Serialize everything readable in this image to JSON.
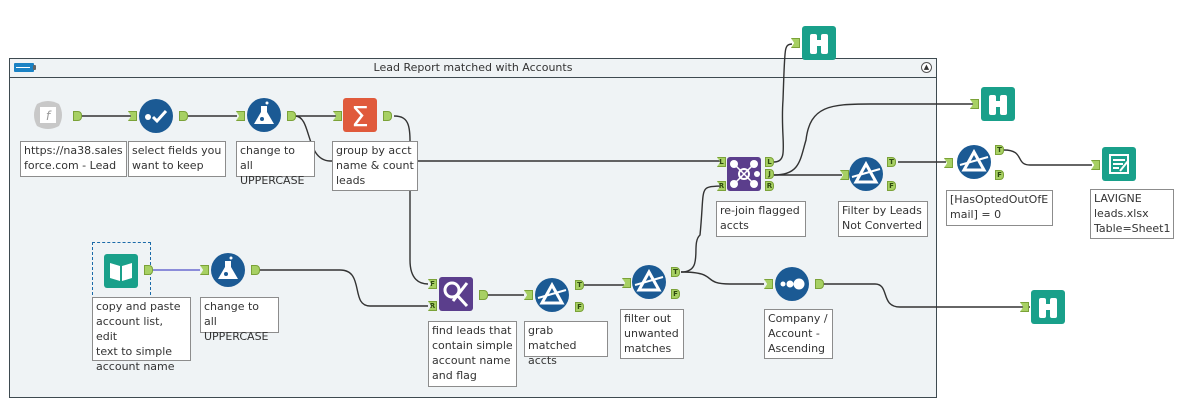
{
  "container": {
    "title": "Lead Report matched with Accounts",
    "collapse_icon": "chevron-up-circle-icon",
    "toggle_icon": "container-toggle-icon"
  },
  "colors": {
    "canvas_bg": "#eff3f5",
    "container_border": "#3e4a50",
    "anchor_green": "#a7d063",
    "filter_blue": "#1b5a94",
    "join_purple": "#5b3e8c",
    "summarize_orange": "#e05a3c",
    "browse_teal": "#19a08a",
    "selected_wire": "#6a6ad0"
  },
  "tools": [
    {
      "id": "salesforce",
      "icon": "salesforce-input-icon",
      "annotation": "https://na38.sales\nforce.com - Lead"
    },
    {
      "id": "select",
      "icon": "select-icon",
      "annotation": "select fields you\nwant to keep"
    },
    {
      "id": "formula1",
      "icon": "formula-flask-icon",
      "annotation": "change to all\nUPPERCASE"
    },
    {
      "id": "summarize",
      "icon": "summarize-sigma-icon",
      "annotation": "group by acct\nname & count\nleads"
    },
    {
      "id": "textinput",
      "icon": "text-input-book-icon",
      "annotation": "copy and paste\naccount list, edit\ntext to simple\naccount name"
    },
    {
      "id": "formula2",
      "icon": "formula-flask-icon",
      "annotation": "change to all\nUPPERCASE"
    },
    {
      "id": "findreplace",
      "icon": "find-replace-icon",
      "annotation": "find leads that\ncontain simple\naccount name\nand flag"
    },
    {
      "id": "filter1",
      "icon": "filter-icon",
      "annotation": "grab matched\naccts"
    },
    {
      "id": "filter2",
      "icon": "filter-icon",
      "annotation": "filter out\nunwanted\nmatches"
    },
    {
      "id": "join",
      "icon": "join-icon",
      "annotation": "re-join flagged\naccts"
    },
    {
      "id": "filter3",
      "icon": "filter-icon",
      "annotation": "Filter by Leads\nNot Converted"
    },
    {
      "id": "sort",
      "icon": "sort-icon",
      "annotation": "Company /\nAccount -\nAscending"
    },
    {
      "id": "filter4",
      "icon": "filter-icon",
      "annotation": "[HasOptedOutOfE\nmail] = 0"
    },
    {
      "id": "output",
      "icon": "output-file-icon",
      "annotation": "LAVIGNE\nleads.xlsx\nTable=Sheet1"
    },
    {
      "id": "browse1",
      "icon": "browse-binoculars-icon",
      "annotation": ""
    },
    {
      "id": "browse2",
      "icon": "browse-binoculars-icon",
      "annotation": ""
    },
    {
      "id": "browse3",
      "icon": "browse-binoculars-icon",
      "annotation": ""
    }
  ],
  "anchors": {
    "true": "T",
    "false": "F",
    "left": "L",
    "right": "R",
    "join": "J",
    "find": "F",
    "replace": "R"
  }
}
